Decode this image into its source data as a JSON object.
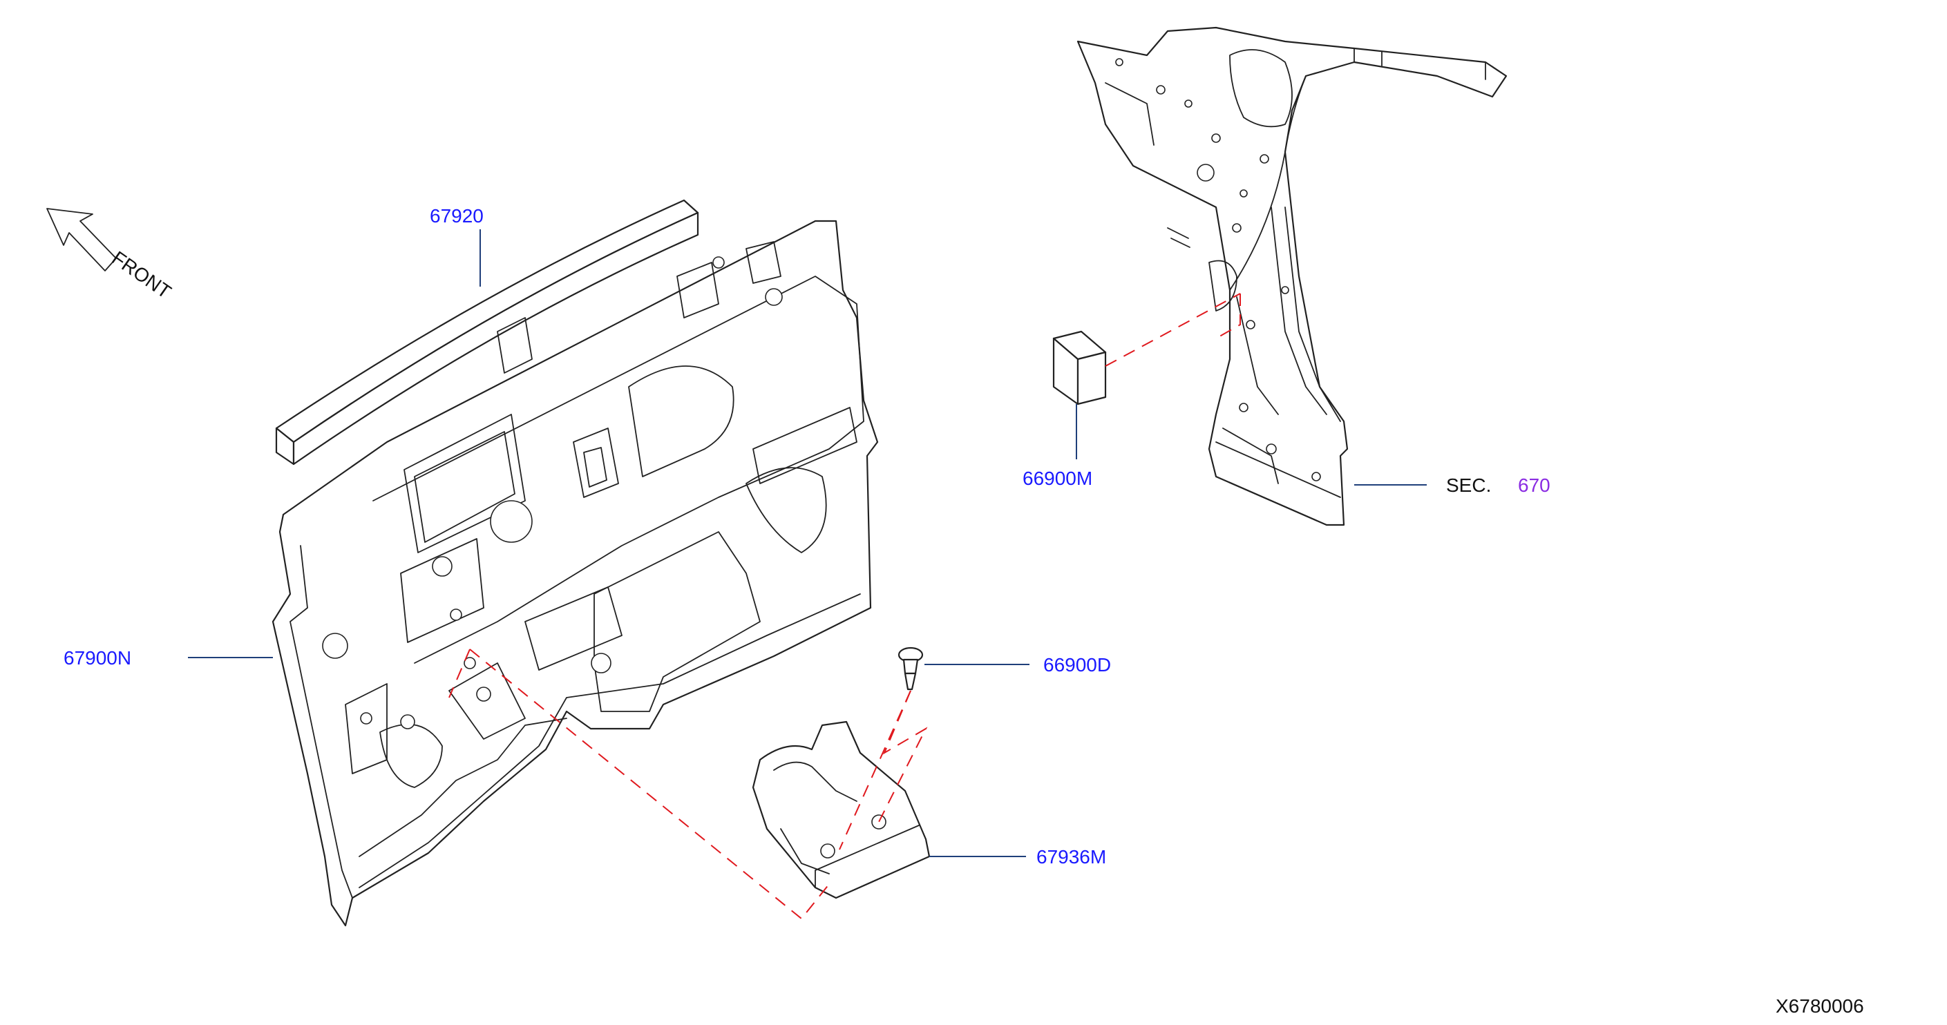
{
  "orientation": {
    "label": "FRONT",
    "icon": "front-arrow-icon"
  },
  "callouts": [
    {
      "id": "dash-insulator-upper",
      "part_no": "67920"
    },
    {
      "id": "dash-insulator",
      "part_no": "67900N"
    },
    {
      "id": "pad-block",
      "part_no": "66900M"
    },
    {
      "id": "clip",
      "part_no": "66900D"
    },
    {
      "id": "floor-insulator",
      "part_no": "67936M"
    }
  ],
  "section_ref": {
    "prefix": "SEC.",
    "number": "670"
  },
  "diagram_id": "X6780006",
  "colors": {
    "part_number": "#1a1aff",
    "section_number": "#8a2be2",
    "dashed_guide": "#e0191e",
    "leader": "#1f3f7a",
    "line_art": "#222222"
  }
}
